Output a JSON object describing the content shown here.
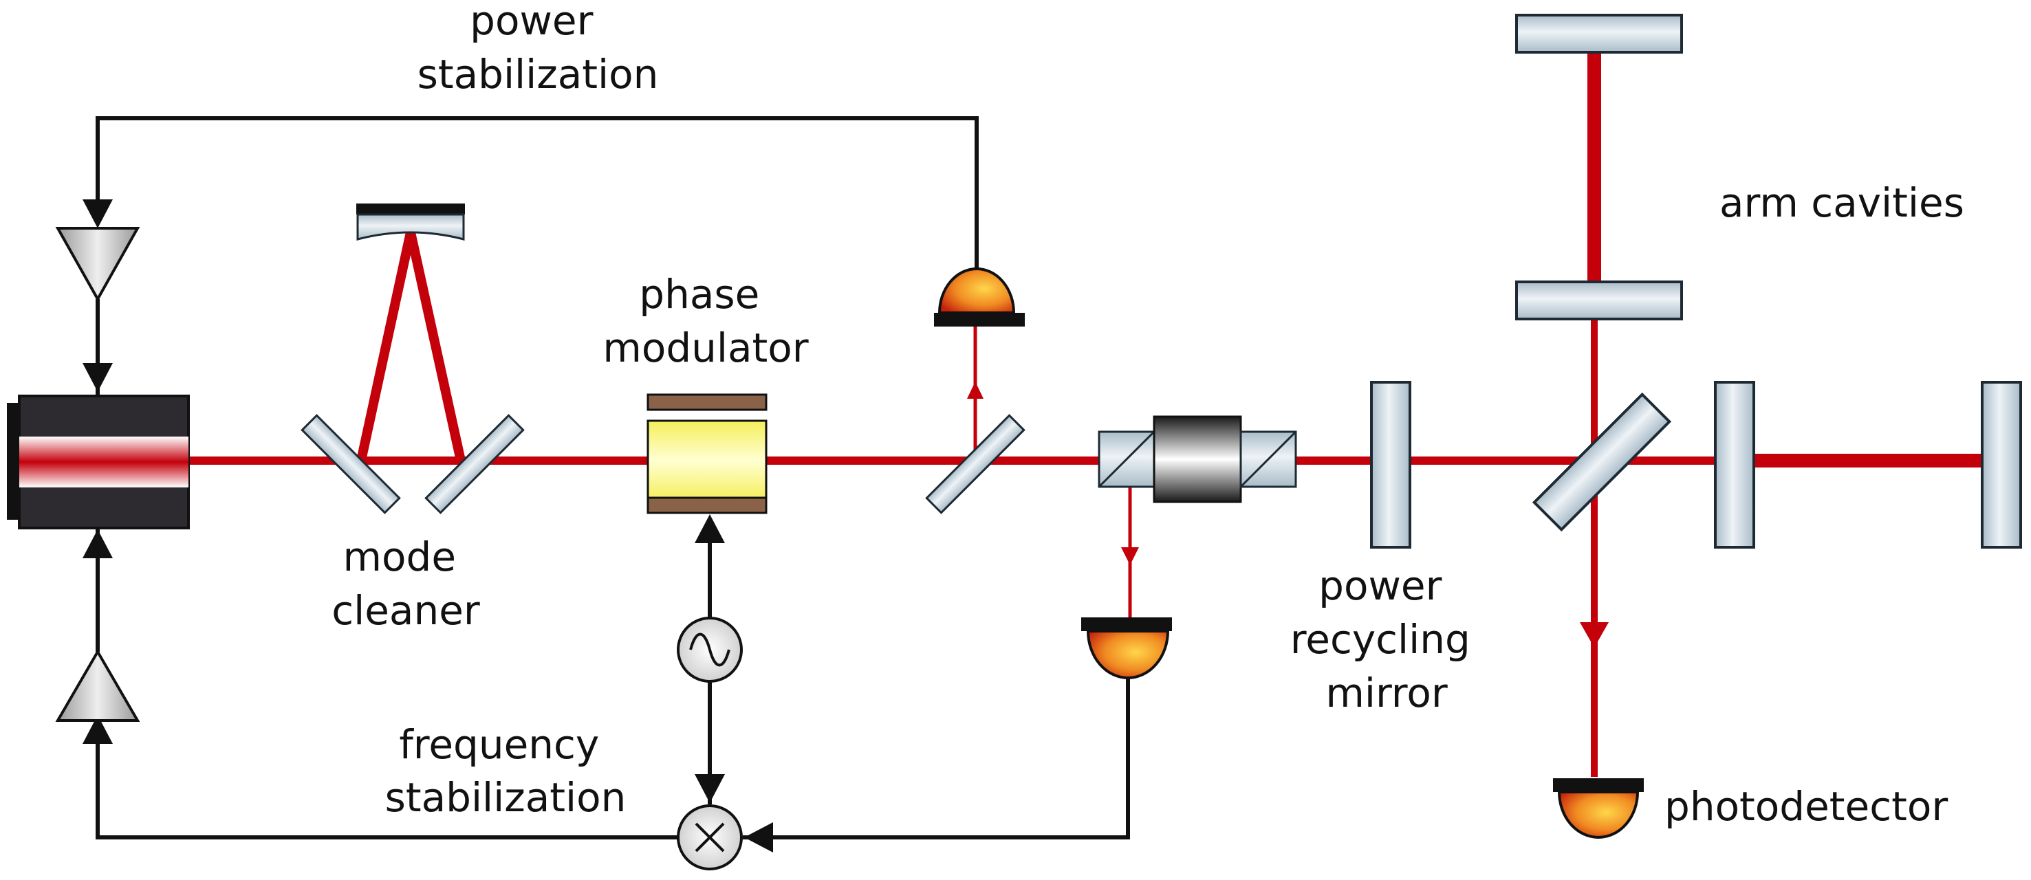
{
  "labels": {
    "power_stabilization": [
      "power",
      "stabilization"
    ],
    "phase_modulator": [
      "phase",
      "modulator"
    ],
    "mode_cleaner": [
      "mode",
      "cleaner"
    ],
    "frequency_stabilization": [
      "frequency",
      "stabilization"
    ],
    "power_recycling_mirror": [
      "power",
      "recycling",
      "mirror"
    ],
    "arm_cavities": "arm cavities",
    "photodetector": "photodetector"
  },
  "colors": {
    "beam": "#c4000b",
    "signal": "#111111",
    "optic_fill": "#c8d6e0",
    "optic_stroke": "#1e2a33",
    "modulator_crystal": "#fbf77c",
    "modulator_electrode": "#8a6248",
    "laser_body": "#2d2a30",
    "amplifier": "#bfbfbf",
    "detector": "#e8591b"
  }
}
